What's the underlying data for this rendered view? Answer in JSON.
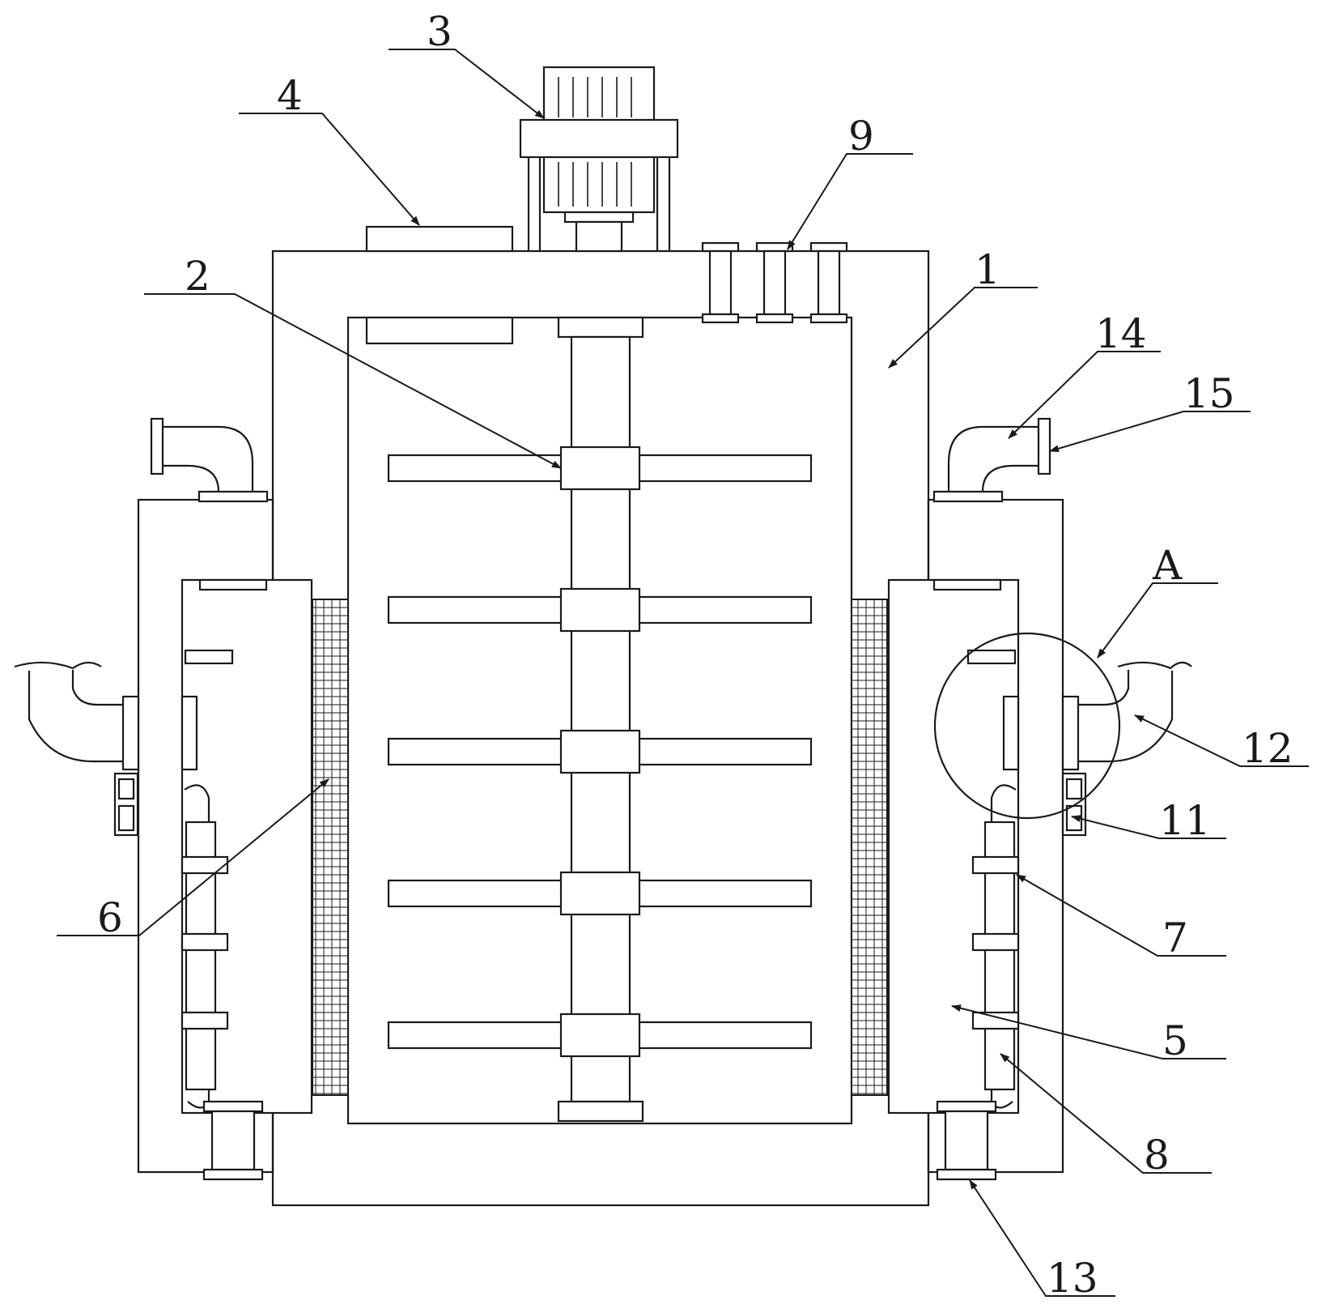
{
  "colors": {
    "line": "#1a1a1a",
    "background": "#ffffff"
  },
  "callouts": [
    "1",
    "2",
    "3",
    "4",
    "5",
    "6",
    "7",
    "8",
    "9",
    "11",
    "12",
    "13",
    "14",
    "15",
    "A"
  ]
}
